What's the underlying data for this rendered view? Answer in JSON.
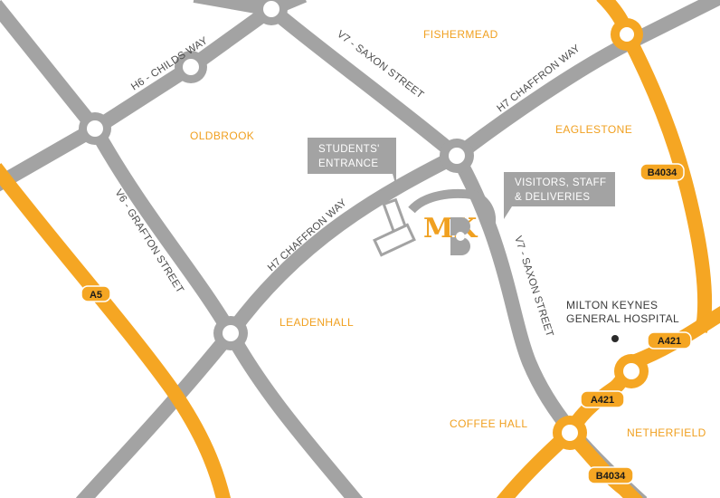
{
  "districts": {
    "fishermead": "FISHERMEAD",
    "oldbrook": "OLDBROOK",
    "eaglestone": "EAGLESTONE",
    "leadenhall": "LEADENHALL",
    "coffee_hall": "COFFEE HALL",
    "netherfield": "NETHERFIELD"
  },
  "roads": {
    "h6_childs_way": "H6 - CHILDS WAY",
    "v7_saxon_street_north": "V7 - SAXON STREET",
    "h7_chaffron_way_east": "H7 CHAFFRON WAY",
    "v6_grafton_street": "V6 - GRAFTON STREET",
    "h7_chaffron_way_west": "H7 CHAFFRON WAY",
    "v7_saxon_street_south": "V7 - SAXON STREET"
  },
  "callouts": {
    "students": [
      "STUDENTS'",
      "ENTRANCE"
    ],
    "visitors": [
      "VISITORS, STAFF",
      "& DELIVERIES"
    ]
  },
  "badges": {
    "a5": "A5",
    "b4034_north": "B4034",
    "a421_east": "A421",
    "a421_west": "A421",
    "b4034_south": "B4034"
  },
  "hospital": [
    "MILTON KEYNES",
    "GENERAL HOSPITAL"
  ],
  "logo": "MK",
  "colors": {
    "grey_road": "#a3a3a3",
    "orange_road": "#f5a623",
    "district_text": "#f0a020",
    "callout_bg": "#a3a3a3"
  }
}
